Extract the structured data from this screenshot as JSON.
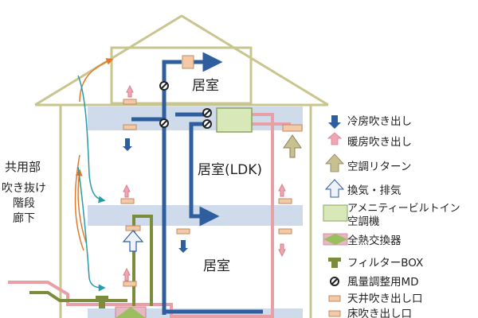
{
  "rooms": {
    "top": "居室",
    "middle": "居室(LDK)",
    "bottom": "居室"
  },
  "left_labels": {
    "title": "共用部",
    "line1": "吹き抜け",
    "line2": "階段",
    "line3": "廊下"
  },
  "legend": {
    "cool": "冷房吹き出し",
    "warm": "暖房吹き出し",
    "return": "空調リターン",
    "vent": "換気・排気",
    "unit_l1": "アメニティービルトイン",
    "unit_l2": "空調機",
    "hrv": "全熱交換器",
    "filter": "フィルターBOX",
    "damper": "風量調整用MD",
    "ceiling": "天井吹き出し口",
    "floor": "床吹き出し口"
  },
  "colors": {
    "cool": "#2f5e9e",
    "warm": "#e8a0a6",
    "return": "#a8a07a",
    "house": "#c9c58f",
    "duct": "#cfdaea",
    "unit": "#d9e8b9",
    "exhaust": "#7d8c3c",
    "orange": "#e07b2b",
    "teal": "#2a9aa8"
  }
}
